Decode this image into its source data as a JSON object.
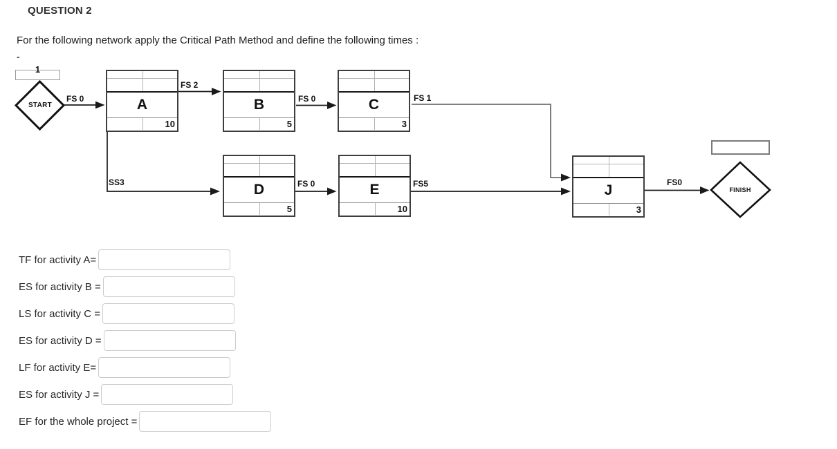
{
  "page": {
    "heading": "QUESTION 2",
    "instruction": "For the following network apply the Critical Path Method and define the following times :",
    "dash": "-"
  },
  "network": {
    "start_label": "START",
    "finish_label": "FINISH",
    "start_badge": "1",
    "activities": [
      {
        "name": "A",
        "duration": "10"
      },
      {
        "name": "B",
        "duration": "5"
      },
      {
        "name": "C",
        "duration": "3"
      },
      {
        "name": "D",
        "duration": "5"
      },
      {
        "name": "E",
        "duration": "10"
      },
      {
        "name": "J",
        "duration": "3"
      }
    ],
    "edge_labels": [
      {
        "text": "FS 0"
      },
      {
        "text": "FS 2"
      },
      {
        "text": "FS 0"
      },
      {
        "text": "FS 1"
      },
      {
        "text": "SS3"
      },
      {
        "text": "FS 0"
      },
      {
        "text": "FS5"
      },
      {
        "text": "FS0"
      }
    ]
  },
  "form": {
    "fields": [
      {
        "label": "TF for activity A=",
        "value": ""
      },
      {
        "label": "ES for activity B =",
        "value": ""
      },
      {
        "label": "LS for activity C =",
        "value": ""
      },
      {
        "label": "ES for activity D =",
        "value": ""
      },
      {
        "label": "LF for activity E=",
        "value": ""
      },
      {
        "label": "ES for activity J =",
        "value": ""
      },
      {
        "label": "EF for the whole project =",
        "value": ""
      }
    ]
  }
}
